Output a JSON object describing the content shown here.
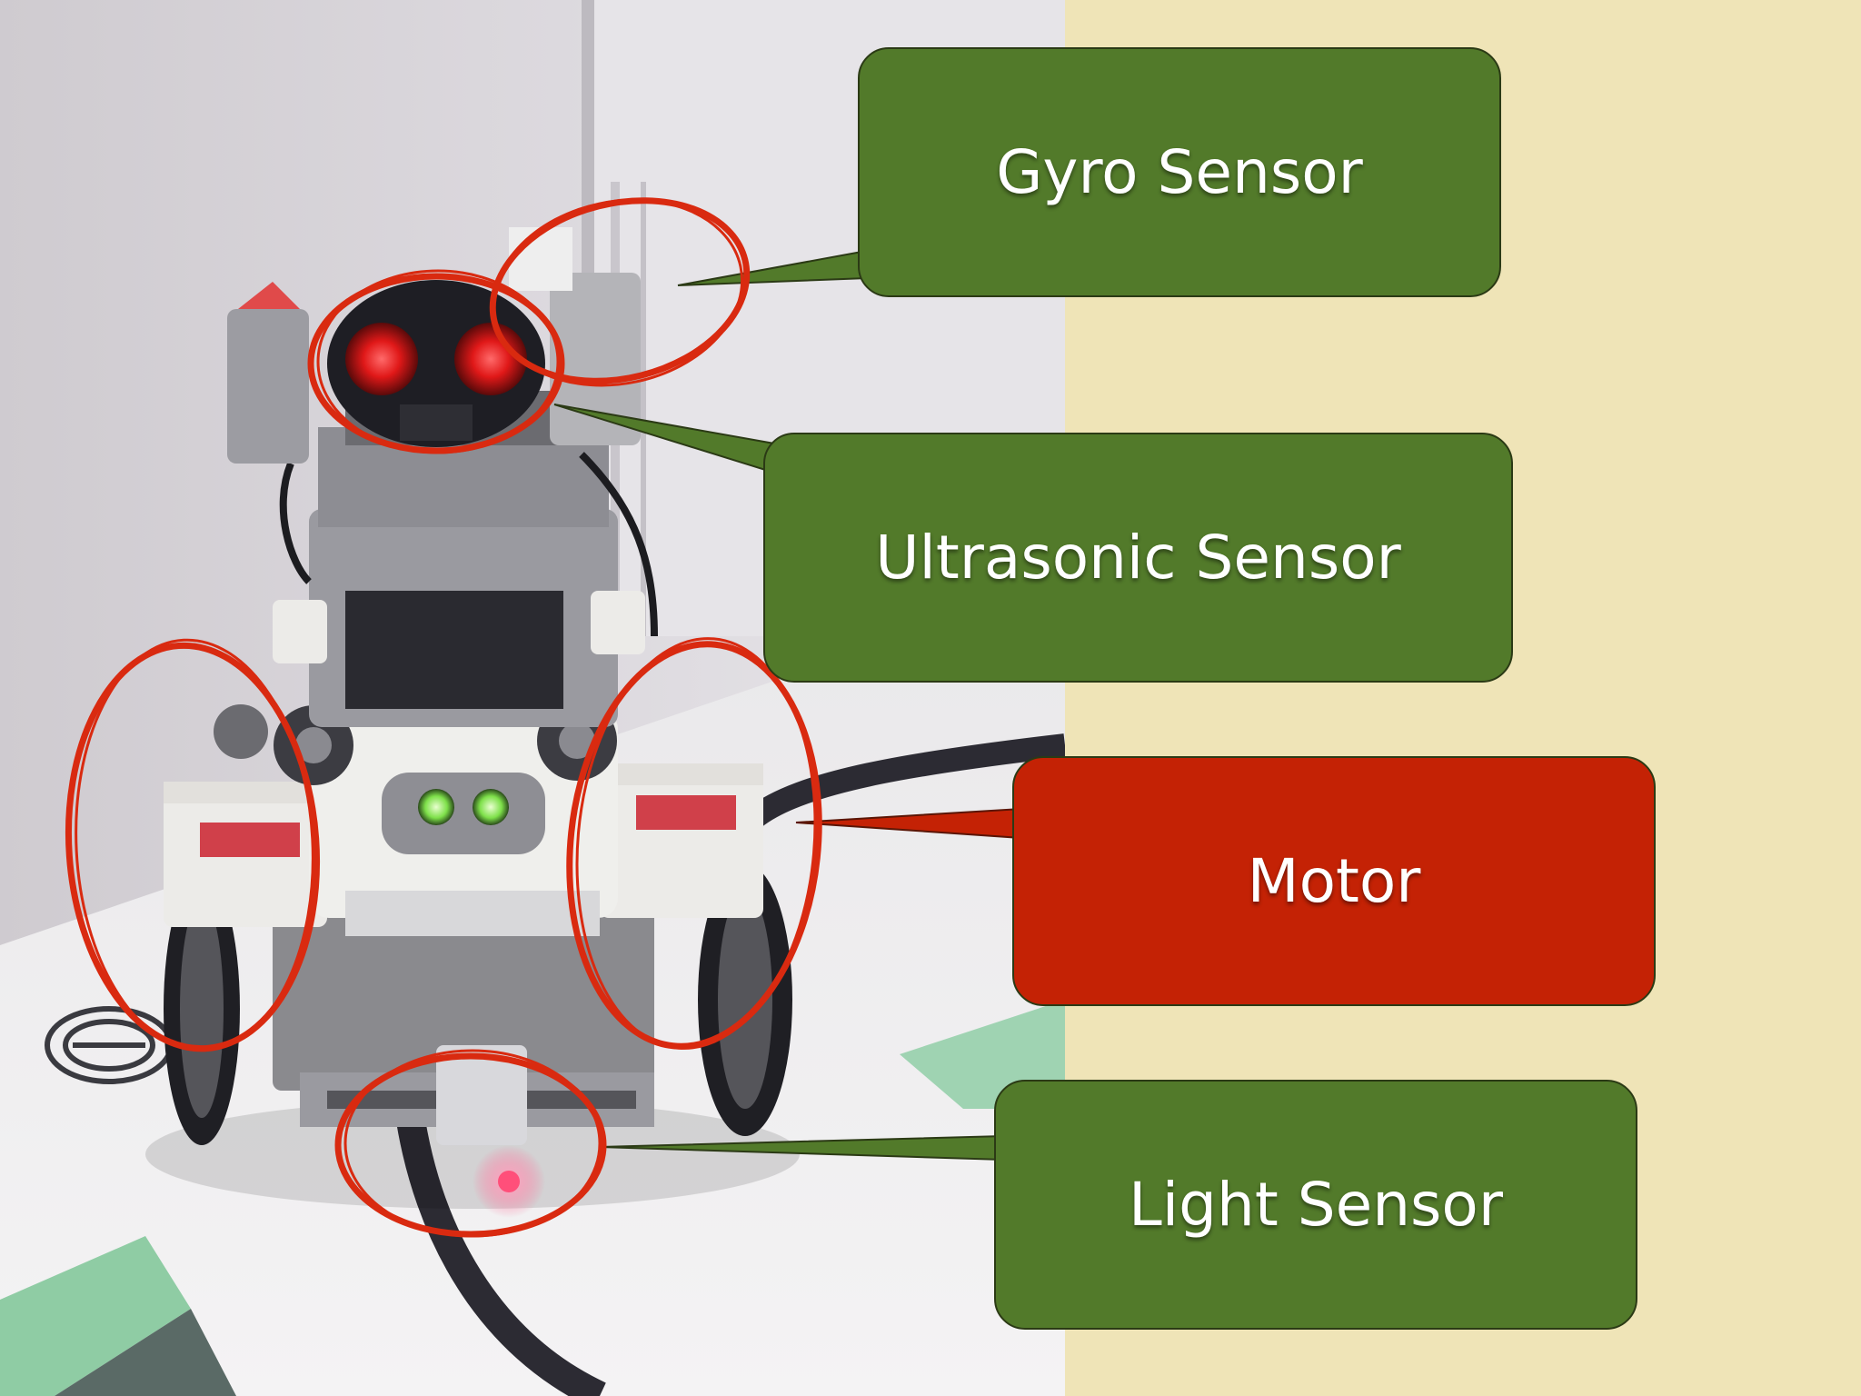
{
  "colors": {
    "background": "#efe4b7",
    "sensor_box": "#527a2a",
    "motor_box": "#c42205",
    "highlight_ring": "#d92a10"
  },
  "callouts": {
    "gyro": {
      "label": "Gyro Sensor",
      "color": "#527a2a"
    },
    "ultrasonic": {
      "label": "Ultrasonic Sensor",
      "color": "#527a2a"
    },
    "motor": {
      "label": "Motor",
      "color": "#c42205"
    },
    "light": {
      "label": "Light Sensor",
      "color": "#527a2a"
    }
  }
}
